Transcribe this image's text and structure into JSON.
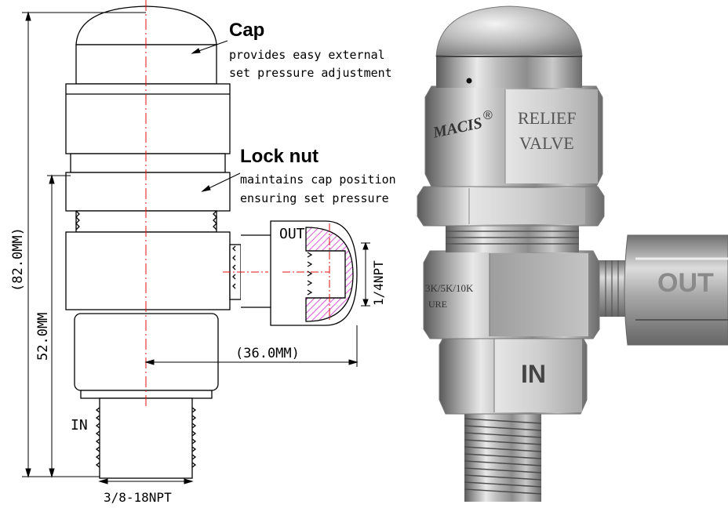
{
  "callouts": {
    "cap": {
      "title": "Cap",
      "line1": "provides easy external",
      "line2": "set pressure adjustment"
    },
    "lock_nut": {
      "title": "Lock nut",
      "line1": "maintains cap position",
      "line2": "ensuring set pressure"
    }
  },
  "ports": {
    "out": "OUT",
    "in": "IN"
  },
  "dimensions": {
    "overall_height": "(82.0MM)",
    "body_height": "52.0MM",
    "side_port_offset": "(36.0MM)",
    "side_thread": "1/4NPT",
    "inlet_thread": "3/8-18NPT"
  },
  "product_markings": {
    "brand": "MACIS",
    "registered": "®",
    "title_line1": "RELIEF",
    "title_line2": "VALVE",
    "pressure_rating": "3K/5K/10K",
    "pressure_suffix": "URE",
    "out_label": "OUT",
    "in_label": "IN"
  },
  "colors": {
    "centerline": "#e01010",
    "hatch": "#d030d0",
    "line": "#000000"
  }
}
